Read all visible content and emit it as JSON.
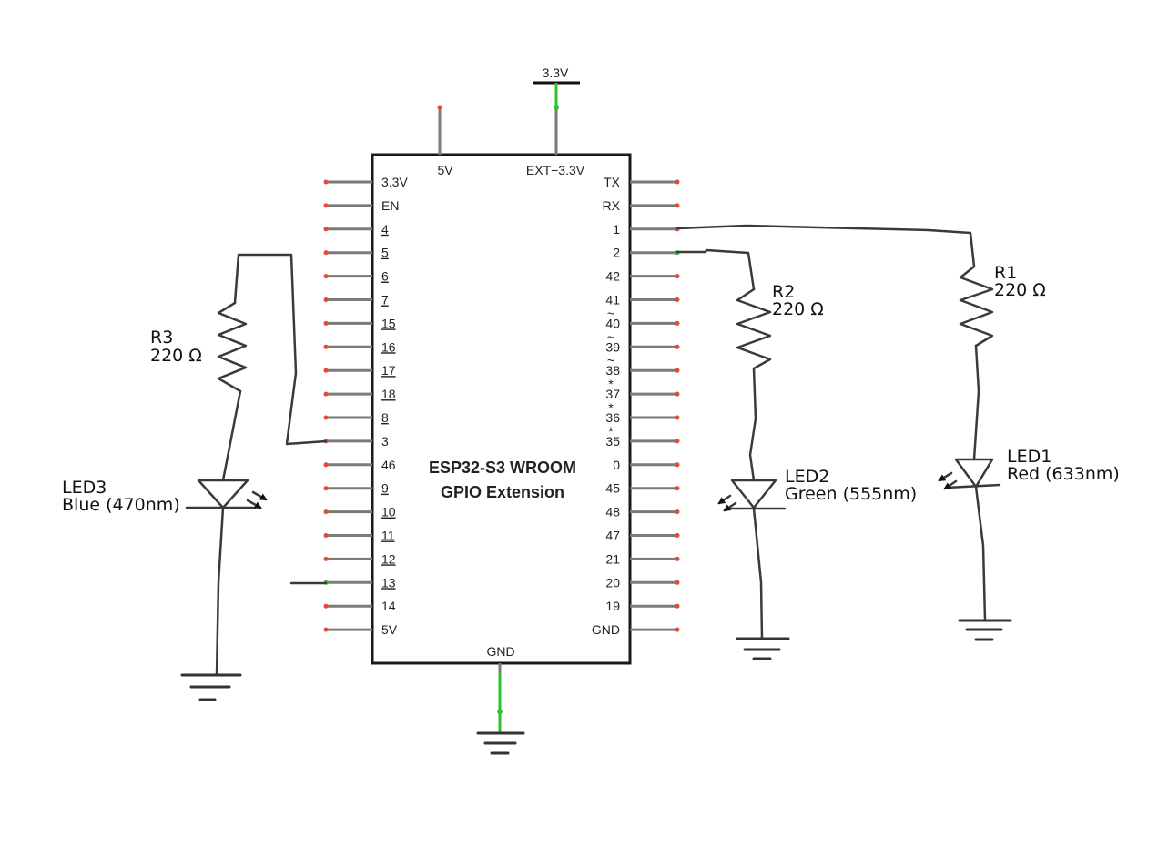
{
  "chip": {
    "title_line1": "ESP32-S3  WROOM",
    "title_line2": "GPIO Extension",
    "top_pins": [
      "5V",
      "EXT−3.3V"
    ],
    "bottom_pin": "GND",
    "left_pins": [
      {
        "label": "3.3V",
        "underline": false
      },
      {
        "label": "EN",
        "underline": false
      },
      {
        "label": "4",
        "underline": true
      },
      {
        "label": "5",
        "underline": true
      },
      {
        "label": "6",
        "underline": true
      },
      {
        "label": "7",
        "underline": true
      },
      {
        "label": "15",
        "underline": true
      },
      {
        "label": "16",
        "underline": true
      },
      {
        "label": "17",
        "underline": true
      },
      {
        "label": "18",
        "underline": true
      },
      {
        "label": "8",
        "underline": true
      },
      {
        "label": "3",
        "underline": false
      },
      {
        "label": "46",
        "underline": false
      },
      {
        "label": "9",
        "underline": true
      },
      {
        "label": "10",
        "underline": true
      },
      {
        "label": "11",
        "underline": true
      },
      {
        "label": "12",
        "underline": true
      },
      {
        "label": "13",
        "underline": true
      },
      {
        "label": "14",
        "underline": false
      },
      {
        "label": "5V",
        "underline": false
      }
    ],
    "right_pins": [
      {
        "label": "TX",
        "mark": ""
      },
      {
        "label": "RX",
        "mark": ""
      },
      {
        "label": "1",
        "mark": ""
      },
      {
        "label": "2",
        "mark": ""
      },
      {
        "label": "42",
        "mark": ""
      },
      {
        "label": "41",
        "mark": ""
      },
      {
        "label": "40",
        "mark": "~"
      },
      {
        "label": "39",
        "mark": "~"
      },
      {
        "label": "38",
        "mark": "~"
      },
      {
        "label": "37",
        "mark": "*"
      },
      {
        "label": "36",
        "mark": "*"
      },
      {
        "label": "35",
        "mark": "*"
      },
      {
        "label": "0",
        "mark": ""
      },
      {
        "label": "45",
        "mark": ""
      },
      {
        "label": "48",
        "mark": ""
      },
      {
        "label": "47",
        "mark": ""
      },
      {
        "label": "21",
        "mark": ""
      },
      {
        "label": "20",
        "mark": ""
      },
      {
        "label": "19",
        "mark": ""
      },
      {
        "label": "GND",
        "mark": ""
      }
    ]
  },
  "supply": {
    "label": "3.3V"
  },
  "components": {
    "r1": {
      "name": "R1",
      "value": "220 Ω"
    },
    "r2": {
      "name": "R2",
      "value": "220 Ω"
    },
    "r3": {
      "name": "R3",
      "value": "220 Ω"
    },
    "led1": {
      "name": "LED1",
      "desc": "Red (633nm)"
    },
    "led2": {
      "name": "LED2",
      "desc": "Green (555nm)"
    },
    "led3": {
      "name": "LED3",
      "desc": "Blue (470nm)"
    }
  },
  "colors": {
    "chip_outline": "#1a1a1a",
    "pin_stub": "#7a7a7a",
    "wire": "#3a3a3a",
    "unconnected_dot": "#e84a2f",
    "connected_dot": "#2fc02f"
  }
}
